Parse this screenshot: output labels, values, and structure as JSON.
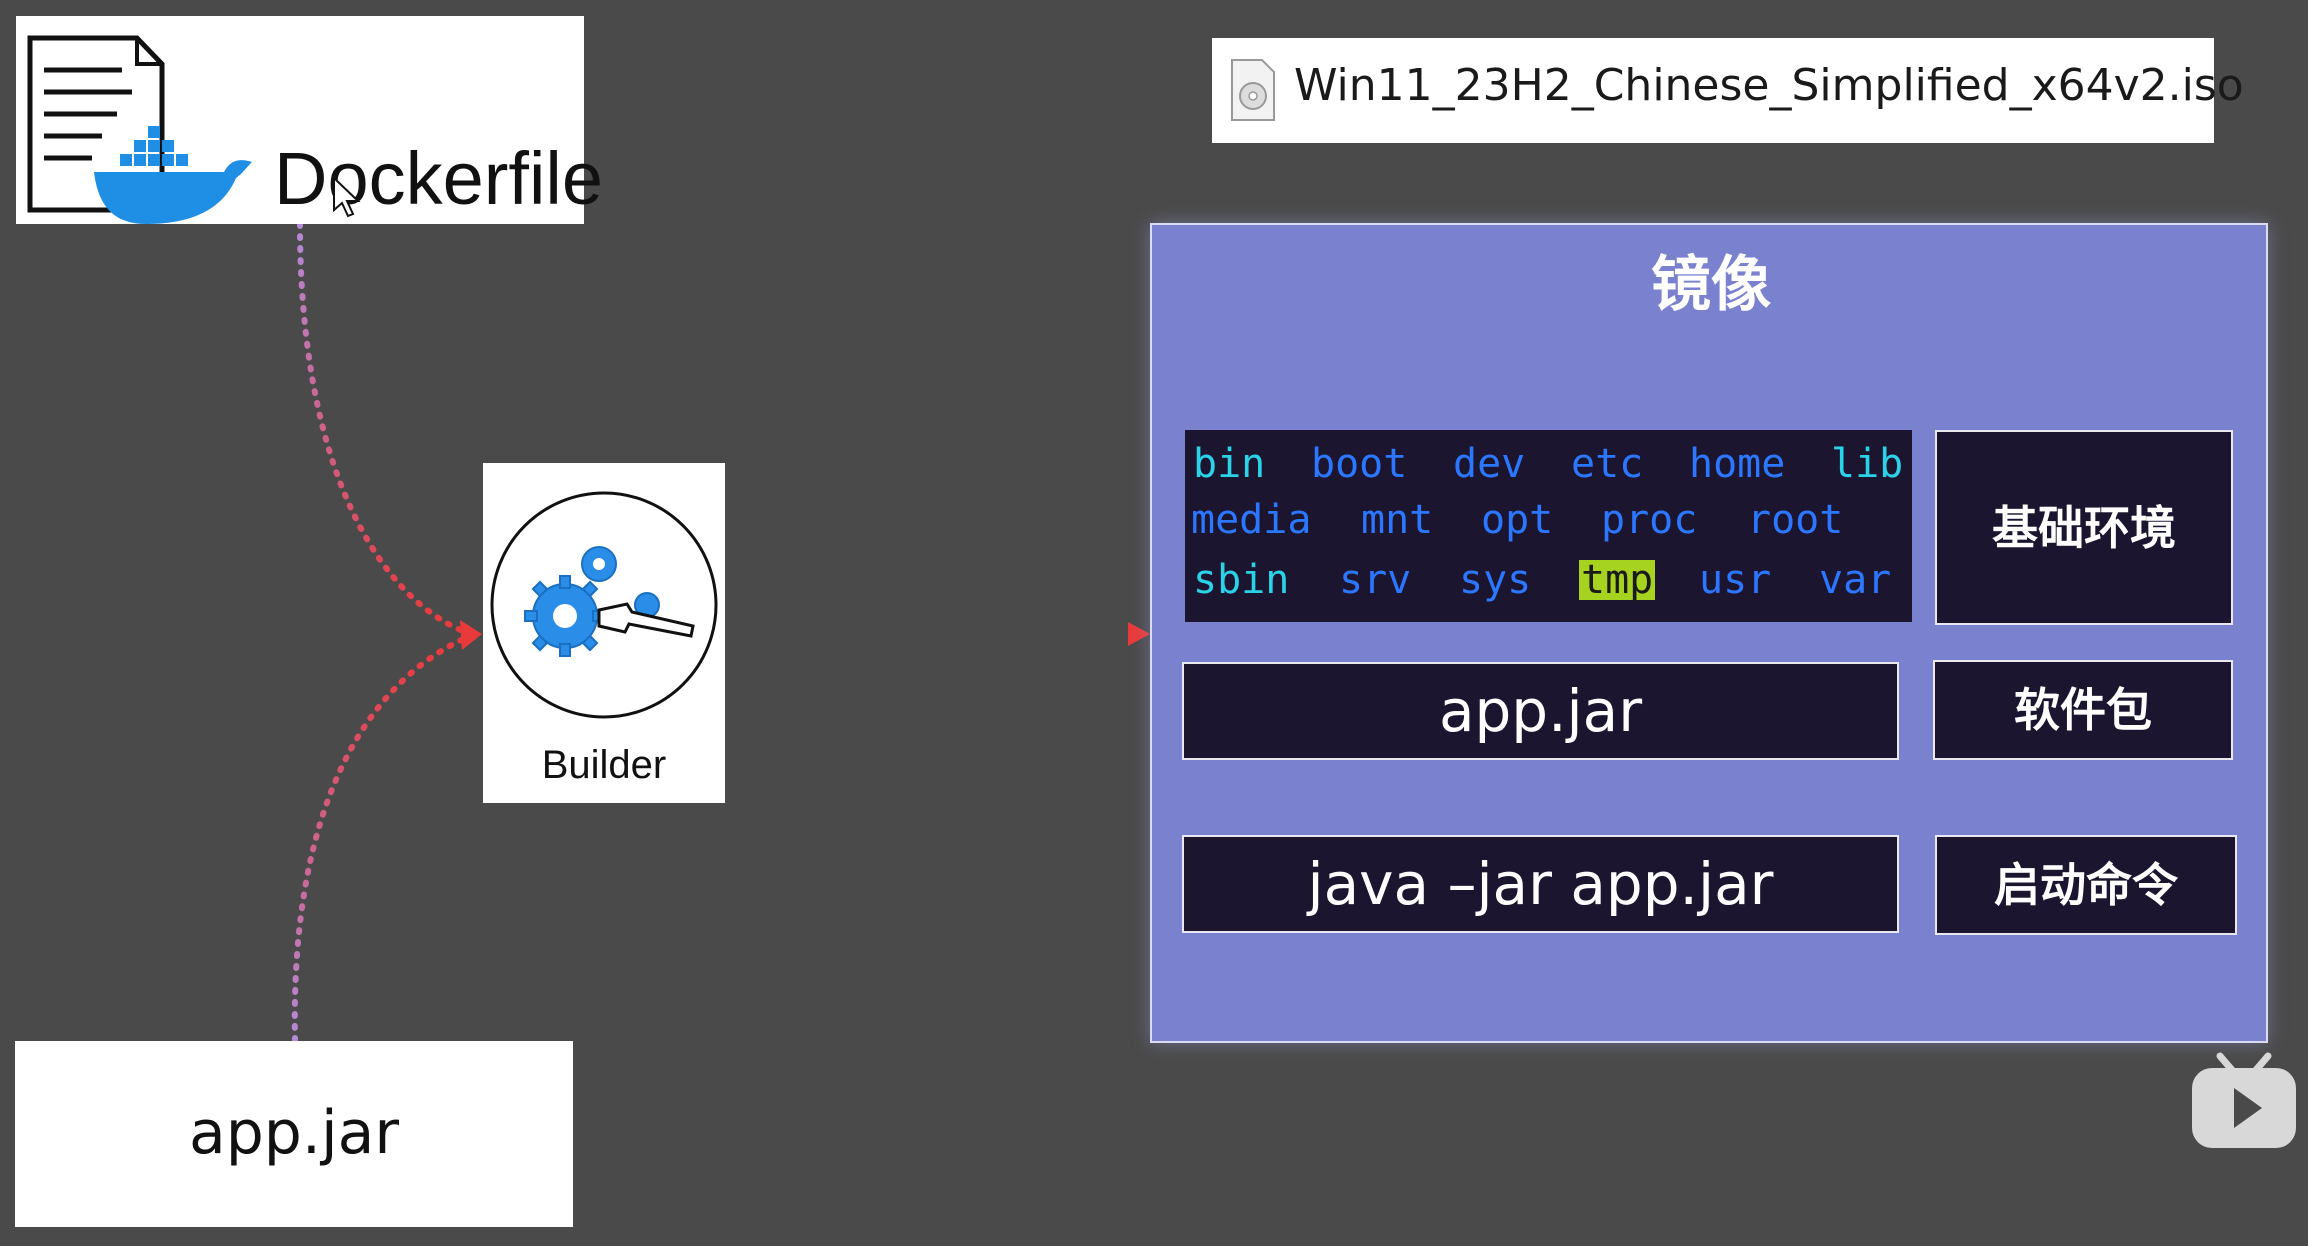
{
  "dockerfile": {
    "label": "Dockerfile"
  },
  "iso_file": {
    "name": "Win11_23H2_Chinese_Simplified_x64v2.iso"
  },
  "builder": {
    "label": "Builder"
  },
  "app_jar_source": {
    "label": "app.jar"
  },
  "image": {
    "title": "镜像",
    "filesystem_rows": [
      [
        "bin",
        "boot",
        "dev",
        "etc",
        "home",
        "lib"
      ],
      [
        "media",
        "mnt",
        "opt",
        "proc",
        "root"
      ],
      [
        "sbin",
        "srv",
        "sys",
        "tmp",
        "usr",
        "var"
      ]
    ],
    "layers": [
      {
        "content": "app.jar",
        "label": "软件包"
      },
      {
        "content": "java –jar app.jar",
        "label": "启动命令"
      }
    ],
    "base_label": "基础环境"
  },
  "colors": {
    "background": "#4a4a4a",
    "panel": "#7a82d0",
    "dark_box": "#1c1530",
    "fs_cyan": "#2ad3e8",
    "fs_blue": "#2b77ff",
    "fs_tmp_highlight": "#a6d31f",
    "arrow_red": "#e83a3a",
    "arrow_purple": "#b48ad8",
    "docker_blue": "#1f8fe6"
  },
  "icons": [
    "document-icon",
    "docker-whale-icon",
    "cursor-icon",
    "iso-file-icon",
    "gears-wrench-icon",
    "play-badge-icon"
  ]
}
